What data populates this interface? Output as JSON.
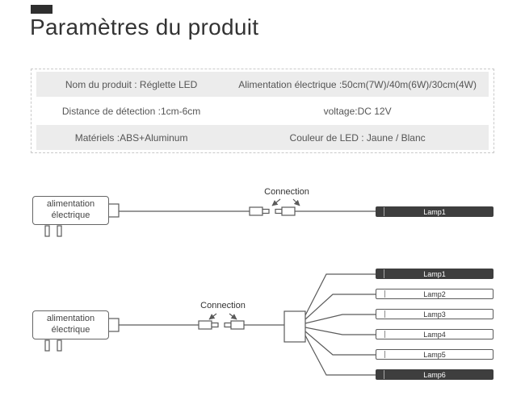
{
  "colors": {
    "accent_dark": "#2f2f2f",
    "row_gray": "#ececec",
    "line": "#5a5a5a",
    "lamp_dark": "#3e3e3e",
    "text_main": "#333333",
    "text_table": "#555555"
  },
  "header": {
    "title": "Paramètres du produit"
  },
  "specs": {
    "rows": [
      {
        "left": "Nom du produit : Réglette LED",
        "right": "Alimentation électrique :50cm(7W)/40m(6W)/30cm(4W)"
      },
      {
        "left": "Distance de détection :1cm-6cm",
        "right": "voltage:DC 12V"
      },
      {
        "left": "Matériels :ABS+Aluminum",
        "right": "Couleur de LED : Jaune / Blanc"
      }
    ]
  },
  "diagram_single": {
    "adapter_label": "alimentation électrique",
    "connection_label": "Connection",
    "lamp": "Lamp1"
  },
  "diagram_multi": {
    "adapter_label": "alimentation électrique",
    "connection_label": "Connection",
    "lamps": [
      "Lamp1",
      "Lamp2",
      "Lamp3",
      "Lamp4",
      "Lamp5",
      "Lamp6"
    ]
  }
}
